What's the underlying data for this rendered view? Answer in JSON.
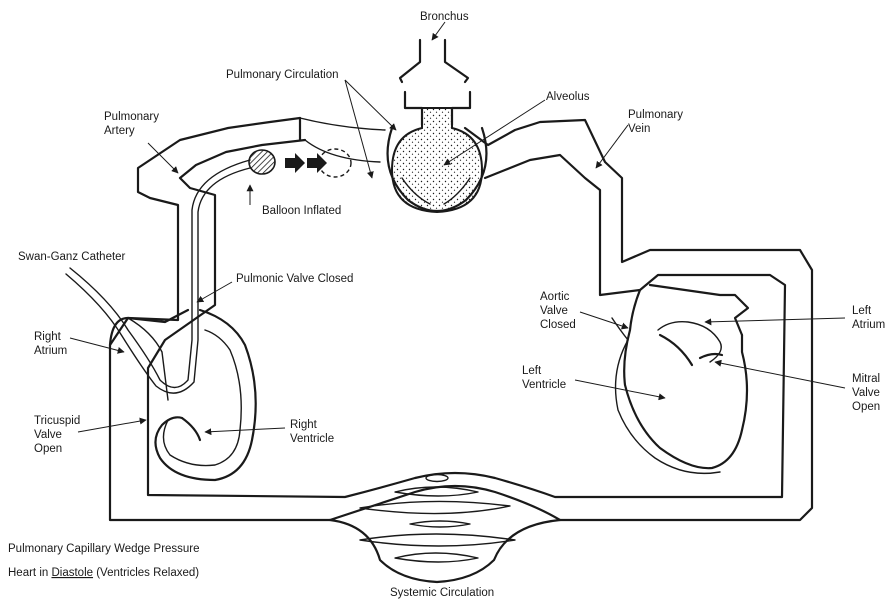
{
  "labels": {
    "bronchus": "Bronchus",
    "pulmonary_circulation": "Pulmonary Circulation",
    "alveolus": "Alveolus",
    "pulmonary_vein": [
      "Pulmonary",
      "Vein"
    ],
    "pulmonary_artery": [
      "Pulmonary",
      "Artery"
    ],
    "balloon_inflated": "Balloon Inflated",
    "swan_ganz_catheter": "Swan-Ganz Catheter",
    "pulmonic_valve_closed": "Pulmonic Valve Closed",
    "aortic_valve_closed": [
      "Aortic",
      "Valve",
      "Closed"
    ],
    "left_atrium": [
      "Left",
      "Atrium"
    ],
    "right_atrium": [
      "Right",
      "Atrium"
    ],
    "left_ventricle": [
      "Left",
      "Ventricle"
    ],
    "mitral_valve_open": [
      "Mitral",
      "Valve",
      "Open"
    ],
    "tricuspid_valve_open": [
      "Tricuspid",
      "Valve",
      "Open"
    ],
    "right_ventricle": [
      "Right",
      "Ventricle"
    ],
    "systemic_circulation": "Systemic Circulation"
  },
  "caption": {
    "line1": "Pulmonary Capillary Wedge  Pressure",
    "line2_prefix": "Heart in ",
    "line2_underlined": "Diastole",
    "line2_suffix": " (Ventricles Relaxed)"
  },
  "colors": {
    "ink": "#1a1a1a",
    "background": "#ffffff"
  }
}
